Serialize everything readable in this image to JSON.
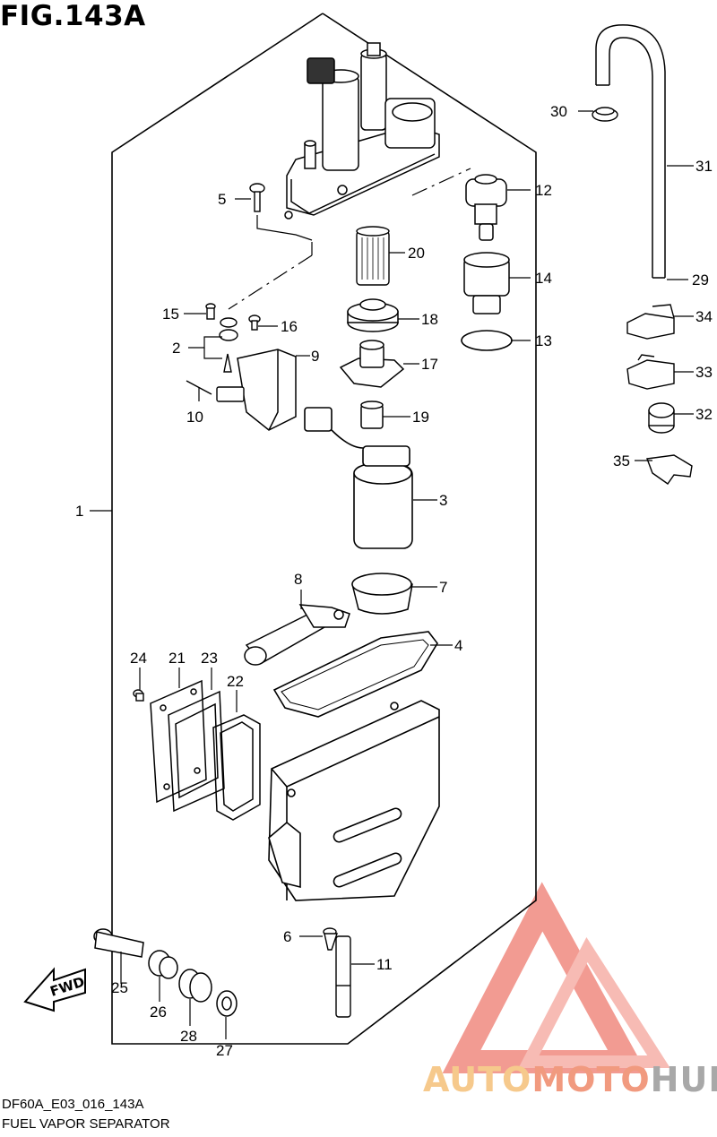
{
  "figure": {
    "title": "FIG.143A",
    "code": "DF60A_E03_016_143A",
    "name": "FUEL VAPOR SEPARATOR"
  },
  "fwd_label": "FWD",
  "callouts": [
    "1",
    "2",
    "3",
    "4",
    "5",
    "6",
    "7",
    "8",
    "9",
    "10",
    "11",
    "12",
    "13",
    "14",
    "15",
    "16",
    "17",
    "18",
    "19",
    "20",
    "21",
    "22",
    "23",
    "24",
    "25",
    "26",
    "27",
    "28",
    "29",
    "30",
    "31",
    "32",
    "33",
    "34",
    "35"
  ],
  "watermark": {
    "part1": "AUTO",
    "part2": "MOTO",
    "part3": "HUB",
    "colors": {
      "auto": "#f6c98c",
      "moto": "#f19a7f",
      "hub": "#a8a8a8",
      "logo": "#ef5a4f"
    }
  }
}
